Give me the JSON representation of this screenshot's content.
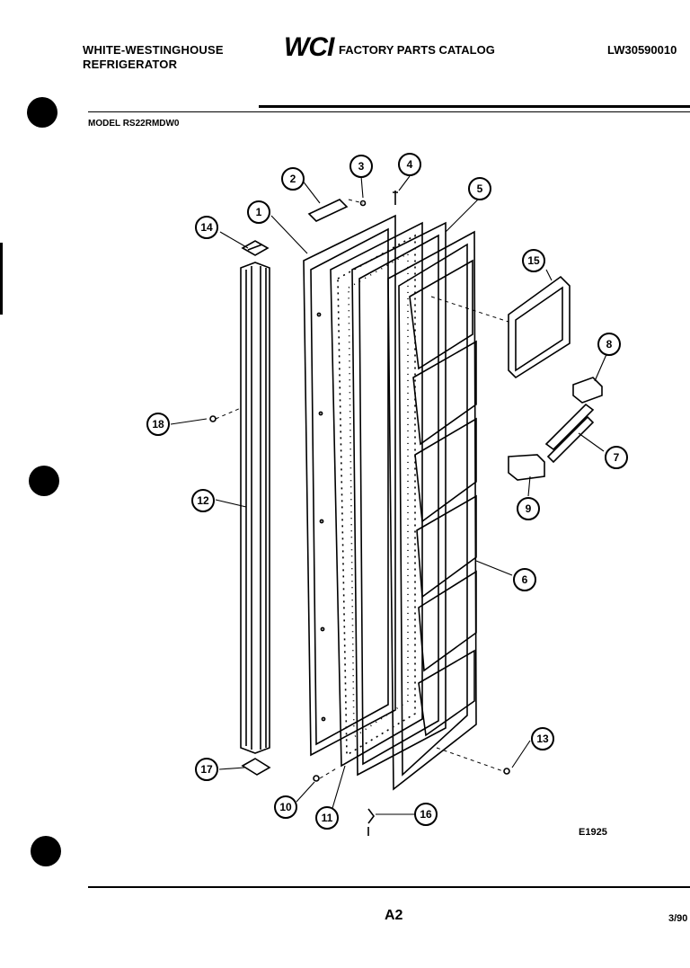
{
  "header": {
    "brand_line1": "WHITE-WESTINGHOUSE",
    "brand_line2": "REFRIGERATOR",
    "logo": "WCI",
    "catalog_title": "FACTORY PARTS CATALOG",
    "doc_number": "LW30590010"
  },
  "model_line": "MODEL RS22RMDW0",
  "figure_code": "E1925",
  "footer": {
    "page": "A2",
    "date": "3/90"
  },
  "callouts": [
    "1",
    "2",
    "3",
    "4",
    "5",
    "6",
    "7",
    "8",
    "9",
    "10",
    "11",
    "12",
    "13",
    "14",
    "15",
    "16",
    "17",
    "18"
  ]
}
